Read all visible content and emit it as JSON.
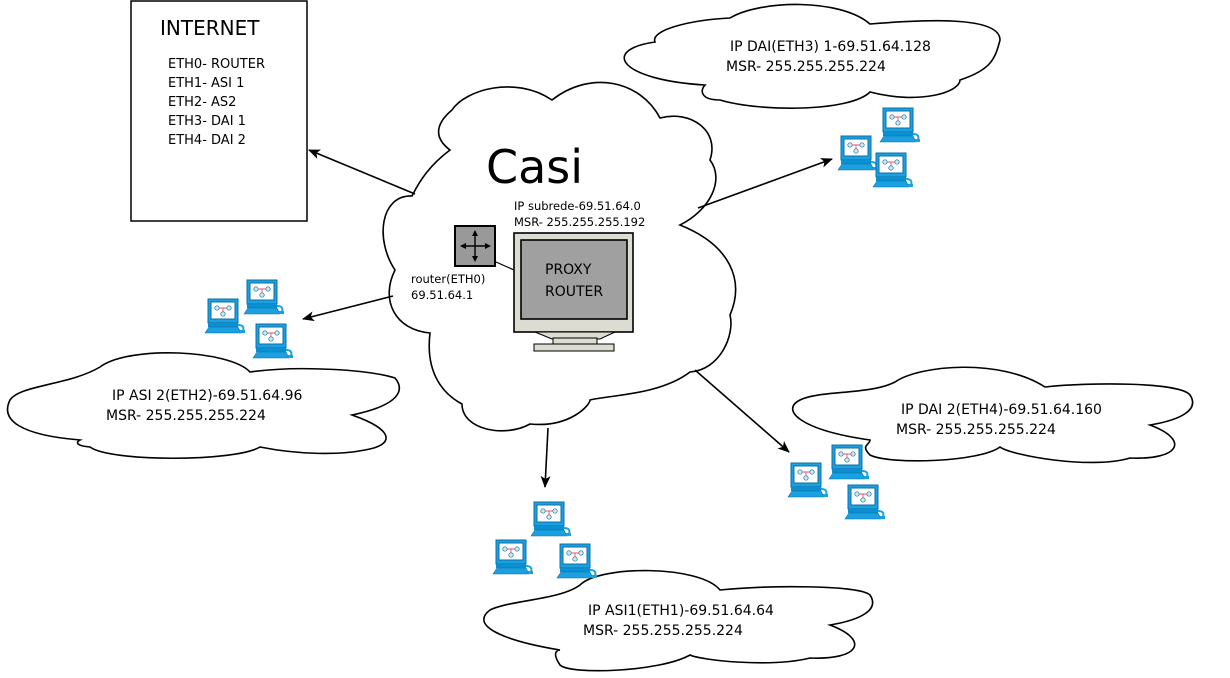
{
  "diagram": {
    "main_cloud": {
      "title": "Casi",
      "subnet_line1": "IP subrede-69.51.64.0",
      "subnet_line2": "MSR- 255.255.255.192",
      "router_label_line1": "router(ETH0)",
      "router_label_line2": "69.51.64.1",
      "proxy_line1": "PROXY",
      "proxy_line2": "ROUTER"
    },
    "internet_box": {
      "title": "INTERNET",
      "items": [
        "ETH0- ROUTER",
        "ETH1- ASI 1",
        "ETH2- AS2",
        "ETH3- DAI 1",
        "ETH4- DAI 2"
      ]
    },
    "subnets": [
      {
        "id": "dai1",
        "line1": "IP DAI(ETH3) 1-69.51.64.128",
        "line2": "MSR- 255.255.255.224"
      },
      {
        "id": "asi2",
        "line1": "IP ASI 2(ETH2)-69.51.64.96",
        "line2": "MSR- 255.255.255.224"
      },
      {
        "id": "dai2",
        "line1": "IP DAI 2(ETH4)-69.51.64.160",
        "line2": "MSR- 255.255.255.224"
      },
      {
        "id": "asi1",
        "line1": "IP ASI1(ETH1)-69.51.64.64",
        "line2": "MSR- 255.255.255.224"
      }
    ],
    "icons": {
      "router": "router-icon",
      "proxy": "monitor-icon",
      "workstation": "workstation-icon"
    },
    "colors": {
      "workstation": "#1ba1e2",
      "workstation_dark": "#0b6fa4",
      "router_fill": "#999999",
      "monitor_bezel": "#dcdcd2",
      "monitor_screen": "#a0a0a0",
      "network_links": "#e0556a"
    }
  }
}
